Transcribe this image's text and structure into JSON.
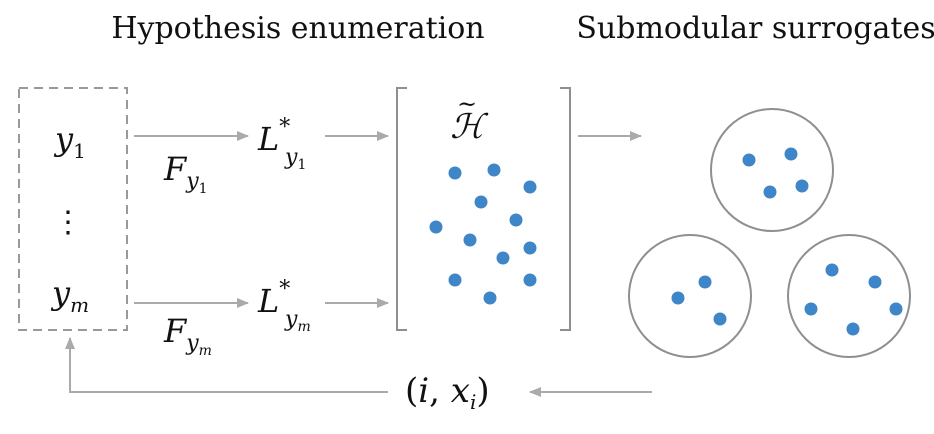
{
  "headers": {
    "left": "Hypothesis enumeration",
    "right": "Submodular surrogates"
  },
  "inputs": {
    "y_first": {
      "base": "y",
      "sub": "1"
    },
    "vdots": "⋮",
    "y_last": {
      "base": "y",
      "sub": "m"
    }
  },
  "edge_labels": {
    "F_top": {
      "base": "F",
      "sub": "y",
      "subsub": "1"
    },
    "F_bottom": {
      "base": "F",
      "sub": "y",
      "subsub": "m"
    }
  },
  "losses": {
    "L_top": {
      "base": "L",
      "sup": "*",
      "sub": "y",
      "subsub": "1"
    },
    "L_bottom": {
      "base": "L",
      "sup": "*",
      "sub": "y",
      "subsub": "m"
    }
  },
  "hypothesis_set": {
    "symbol": "ℋ",
    "tilde": "~"
  },
  "feedback": {
    "open": "(",
    "i": "i",
    "comma": ", ",
    "x": "x",
    "x_sub": "i",
    "close": ")"
  },
  "colors": {
    "dot": "#3f86c8",
    "arrow": "#aaaaaa",
    "dashed_box": "#999999",
    "bracket": "#8f8f8f",
    "circle": "#8f8f8f",
    "text": "#111111"
  }
}
